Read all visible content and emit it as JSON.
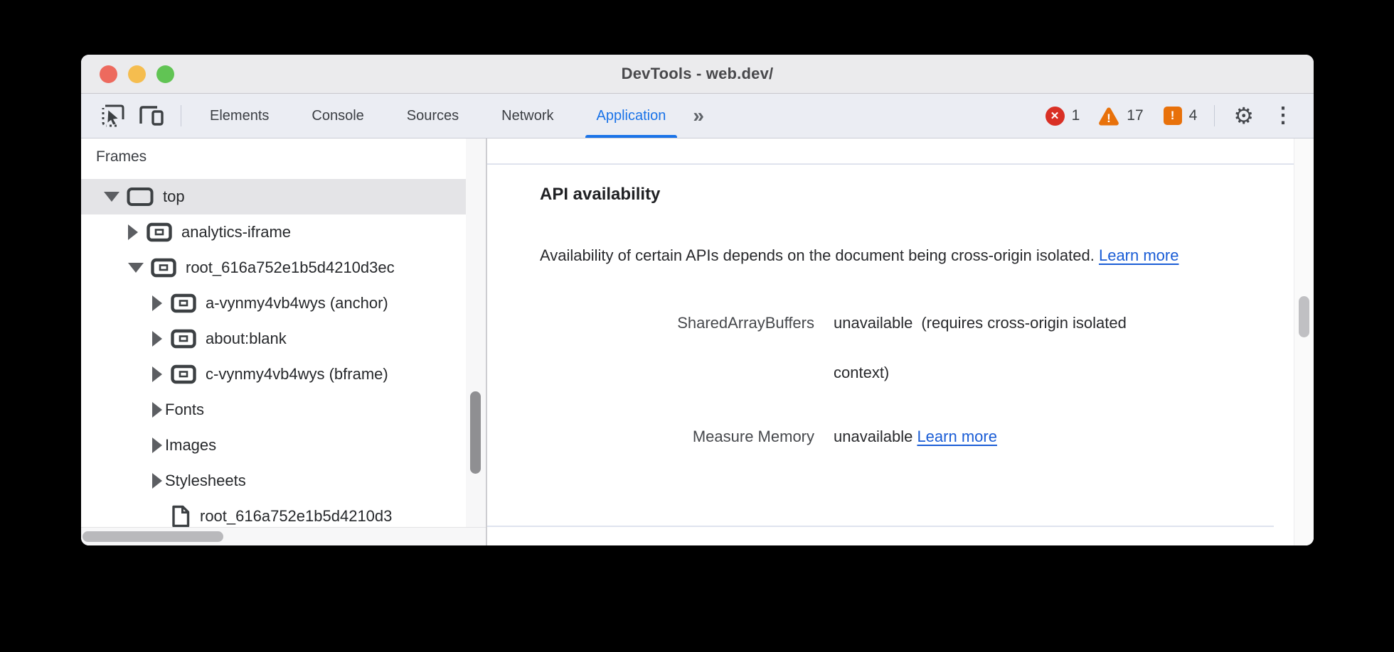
{
  "window": {
    "title": "DevTools - web.dev/"
  },
  "toolbar": {
    "tabs": [
      {
        "label": "Elements",
        "active": false
      },
      {
        "label": "Console",
        "active": false
      },
      {
        "label": "Sources",
        "active": false
      },
      {
        "label": "Network",
        "active": false
      },
      {
        "label": "Application",
        "active": true
      }
    ],
    "more_tabs_glyph": "»",
    "error_count": "1",
    "warning_count": "17",
    "issue_count": "4",
    "glyphs": {
      "error_x": "✕",
      "bang": "!",
      "gear": "⚙",
      "kebab": "⋮"
    }
  },
  "sidebar": {
    "section_title": "Frames",
    "tree": [
      {
        "label": "top",
        "level": 1,
        "state": "expanded",
        "icon": "frame",
        "selected": true
      },
      {
        "label": "analytics-iframe",
        "level": 2,
        "state": "collapsed",
        "icon": "iframe",
        "selected": false
      },
      {
        "label": "root_616a752e1b5d4210d3ec",
        "level": 2,
        "state": "expanded",
        "icon": "iframe",
        "selected": false
      },
      {
        "label": "a-vynmy4vb4wys (anchor)",
        "level": 3,
        "state": "collapsed",
        "icon": "iframe",
        "selected": false
      },
      {
        "label": "about:blank",
        "level": 3,
        "state": "collapsed",
        "icon": "iframe",
        "selected": false
      },
      {
        "label": "c-vynmy4vb4wys (bframe)",
        "level": 3,
        "state": "collapsed",
        "icon": "iframe",
        "selected": false
      },
      {
        "label": "Fonts",
        "level": 2,
        "state": "collapsed",
        "icon": "none",
        "selected": false
      },
      {
        "label": "Images",
        "level": 2,
        "state": "collapsed",
        "icon": "none",
        "selected": false
      },
      {
        "label": "Stylesheets",
        "level": 2,
        "state": "collapsed",
        "icon": "none",
        "selected": false
      },
      {
        "label": "root_616a752e1b5d4210d3",
        "level": 3,
        "state": "leaf",
        "icon": "document",
        "selected": false
      }
    ]
  },
  "main": {
    "heading": "API availability",
    "description": "Availability of certain APIs depends on the document being cross-origin isolated.",
    "learn_more_label": "Learn more",
    "rows": [
      {
        "label": "SharedArrayBuffers",
        "value": "unavailable",
        "note": "(requires cross-origin isolated context)",
        "link": ""
      },
      {
        "label": "Measure Memory",
        "value": "unavailable",
        "note": "",
        "link": "Learn more"
      }
    ]
  },
  "colors": {
    "accent_blue": "#1a73e8",
    "link_blue": "#1a5dd6",
    "error_red": "#d93025",
    "warning_orange": "#e8710a",
    "selected_row": "#e4e4e7"
  }
}
